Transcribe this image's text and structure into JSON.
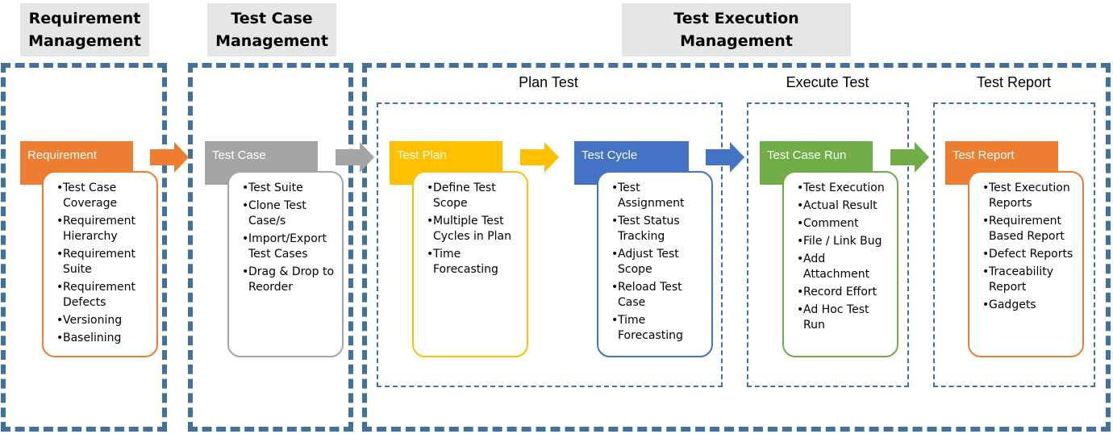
{
  "headers": {
    "requirement_mgmt": [
      "Requirement",
      "Management"
    ],
    "test_case_mgmt": [
      "Test Case",
      "Management"
    ],
    "test_execution_mgmt": [
      "Test Execution",
      "Management"
    ]
  },
  "subsections": {
    "plan_test": "Plan Test",
    "execute_test": "Execute Test",
    "test_report": "Test Report"
  },
  "colors": {
    "border_blue": "#41719c",
    "orange": "#ed7d31",
    "gray": "#a5a5a5",
    "yellow": "#ffc000",
    "blue": "#4472c4",
    "green": "#70ad47",
    "header_bg": "#e6e6e6"
  },
  "stages": [
    {
      "title": "Requirement",
      "color": "orange",
      "items": [
        "Test Case Coverage",
        "Requirement Hierarchy",
        "Requirement Suite",
        "Requirement Defects",
        "Versioning",
        "Baselining"
      ]
    },
    {
      "title": "Test Case",
      "color": "gray",
      "items": [
        "Test Suite",
        "Clone Test Case/s",
        "Import/Export Test Cases",
        "Drag & Drop to Reorder"
      ]
    },
    {
      "title": "Test Plan",
      "color": "yellow",
      "items": [
        "Define Test Scope",
        "Multiple Test Cycles in Plan",
        "Time Forecasting"
      ]
    },
    {
      "title": "Test Cycle",
      "color": "blue",
      "items": [
        "Test Assignment",
        "Test Status Tracking",
        "Adjust Test Scope",
        "Reload Test Case",
        "Time Forecasting"
      ]
    },
    {
      "title": "Test Case Run",
      "color": "green",
      "items": [
        "Test Execution",
        "Actual Result",
        "Comment",
        "File / Link Bug",
        "Add Attachment",
        "Record Effort",
        "Ad Hoc Test Run"
      ]
    },
    {
      "title": "Test Report",
      "color": "orange",
      "items": [
        "Test Execution Reports",
        "Requirement Based Report",
        "Defect Reports",
        "Traceability Report",
        "Gadgets"
      ]
    }
  ]
}
